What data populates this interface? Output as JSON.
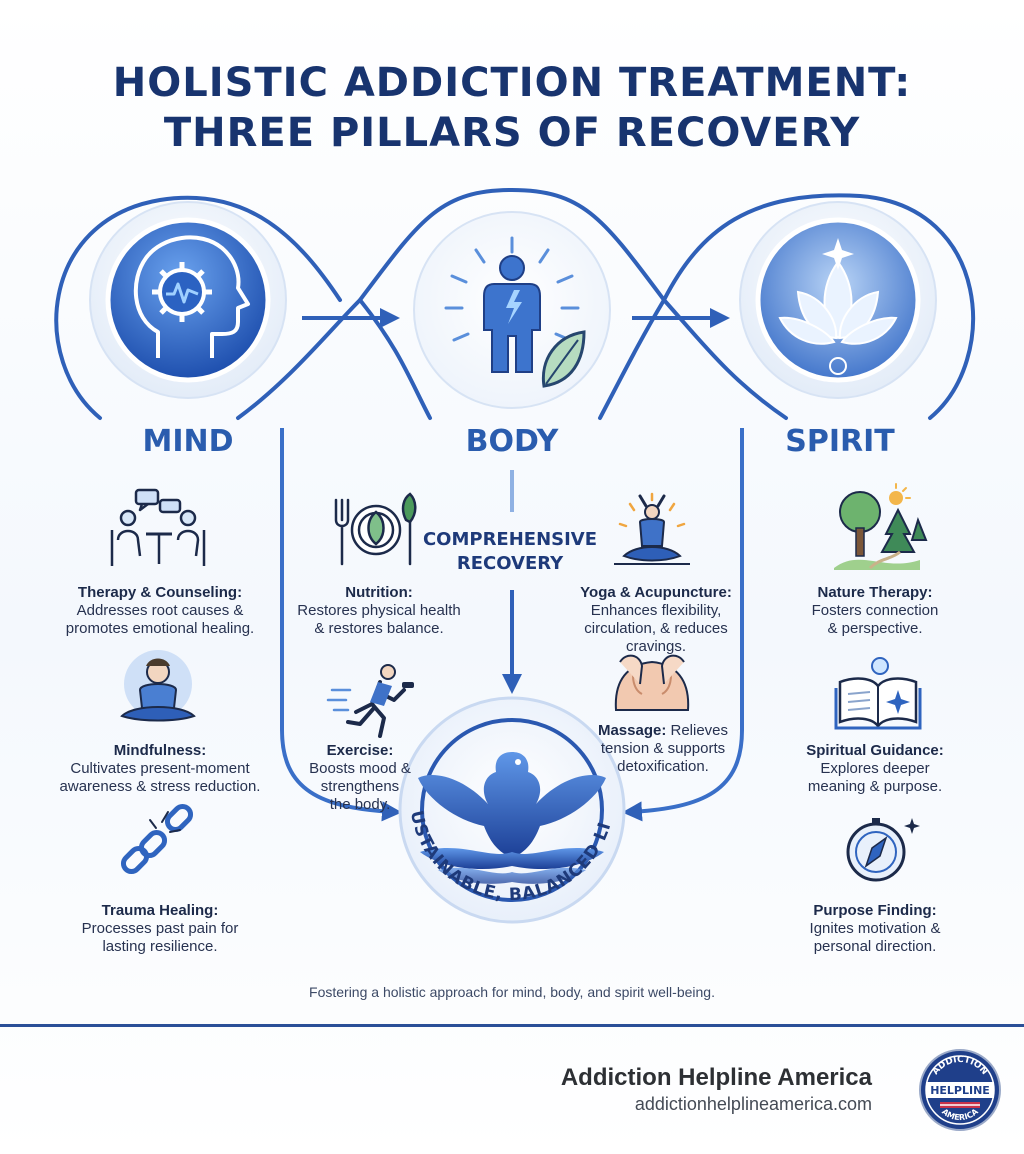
{
  "title": {
    "line1": "HOLISTIC ADDICTION TREATMENT:",
    "line2": "THREE PILLARS OF RECOVERY"
  },
  "pillars": {
    "mind": "MIND",
    "body": "BODY",
    "spirit": "SPIRIT"
  },
  "hub": {
    "line1": "COMPREHENSIVE",
    "line2": "RECOVERY",
    "center_label": "SUSTAINABLE, BALANCED LIFE"
  },
  "mind_items": [
    {
      "heading": "Therapy & Counseling:",
      "line1": "Addresses root causes &",
      "line2": "promotes emotional healing.",
      "icon": "therapy-session-icon"
    },
    {
      "heading": "Mindfulness:",
      "line1": "Cultivates present-moment",
      "line2": "awareness & stress reduction.",
      "icon": "meditation-icon"
    },
    {
      "heading": "Trauma Healing:",
      "line1": "Processes past pain for",
      "line2": "lasting resilience.",
      "icon": "broken-chain-icon"
    }
  ],
  "body_items": [
    {
      "heading": "Nutrition:",
      "line1": "Restores physical health",
      "line2": "& restores balance.",
      "icon": "plate-leaf-icon"
    },
    {
      "heading": "Exercise:",
      "text1": "Boosts mood &",
      "line2": "strengthens",
      "line3": "the body.",
      "icon": "runner-icon"
    },
    {
      "heading": "Yoga & Acupuncture:",
      "line1": "Enhances flexibility,",
      "line2": "circulation, & reduces",
      "line3": "cravings.",
      "icon": "yoga-icon"
    },
    {
      "heading": "Massage:",
      "text1": "Relieves",
      "line2": "tension & supports",
      "line3": "detoxification.",
      "icon": "massage-icon"
    }
  ],
  "spirit_items": [
    {
      "heading": "Nature Therapy:",
      "line1": "Fosters connection",
      "line2": "& perspective.",
      "icon": "nature-trees-icon"
    },
    {
      "heading": "Spiritual Guidance:",
      "line1": "Explores deeper",
      "line2": "meaning & purpose.",
      "icon": "open-book-icon"
    },
    {
      "heading": "Purpose Finding:",
      "line1": "Ignites motivation &",
      "line2": "personal direction.",
      "icon": "compass-icon"
    }
  ],
  "tagline": "Fostering a holistic approach for mind, body, and spirit well-being.",
  "brand": {
    "name": "Addiction Helpline America",
    "url": "addictionhelplineamerica.com",
    "seal_top": "ADDICTION",
    "seal_main": "HELPLINE",
    "seal_bottom": "AMERICA"
  },
  "colors": {
    "primary_dark": "#18346f",
    "accent_blue": "#2a5cae",
    "light_blue": "#cfe0f7"
  }
}
